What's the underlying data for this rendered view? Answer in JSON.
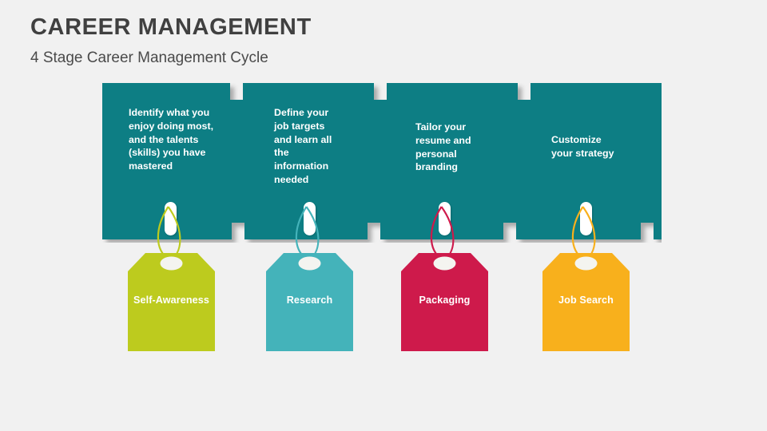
{
  "slide": {
    "background_color": "#F1F1F1",
    "title": "CAREER MANAGEMENT",
    "subtitle": "4 Stage Career Management Cycle"
  },
  "banner": {
    "fill_color": "#077E84",
    "text_color": "#FFFFFF",
    "panels": [
      {
        "id": "self-awareness",
        "text": "Identify what you\nenjoy doing most,\nand the talents\n(skills) you have\nmastered"
      },
      {
        "id": "research",
        "text": "Define your\njob targets\nand learn all\nthe\ninformation\nneeded"
      },
      {
        "id": "packaging",
        "text": "Tailor your\nresume and\npersonal\nbranding"
      },
      {
        "id": "job-search",
        "text": "Customize\nyour strategy"
      }
    ]
  },
  "tags": [
    {
      "label": "Self-Awareness",
      "color": "#BDCB1E",
      "string_color": "#BDCB1E"
    },
    {
      "label": "Research",
      "color": "#44B3BA",
      "string_color": "#44B3BA"
    },
    {
      "label": "Packaging",
      "color": "#CE1A4B",
      "string_color": "#CE1A4B"
    },
    {
      "label": "Job Search",
      "color": "#F8B01C",
      "string_color": "#F8B01C"
    }
  ]
}
